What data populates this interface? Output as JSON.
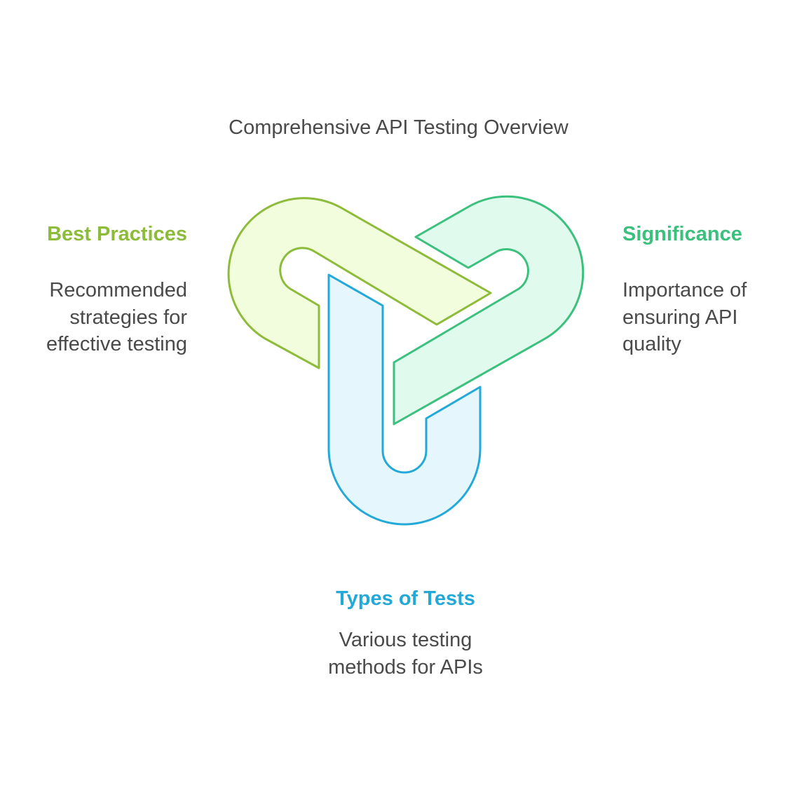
{
  "title": "Comprehensive API Testing Overview",
  "segments": [
    {
      "id": "best-practices",
      "heading": "Best Practices",
      "description_lines": [
        "Recommended",
        "strategies for",
        "effective testing"
      ],
      "stroke": "#8dbb3a",
      "fill": "#f1fddc"
    },
    {
      "id": "significance",
      "heading": "Significance",
      "description_lines": [
        "Importance of",
        "ensuring API",
        "quality"
      ],
      "stroke": "#3cc07e",
      "fill": "#e0fbee"
    },
    {
      "id": "types-of-tests",
      "heading": "Types of Tests",
      "description_lines": [
        "Various testing",
        "methods for APIs"
      ],
      "stroke": "#22a9d8",
      "fill": "#e5f7fd"
    }
  ]
}
